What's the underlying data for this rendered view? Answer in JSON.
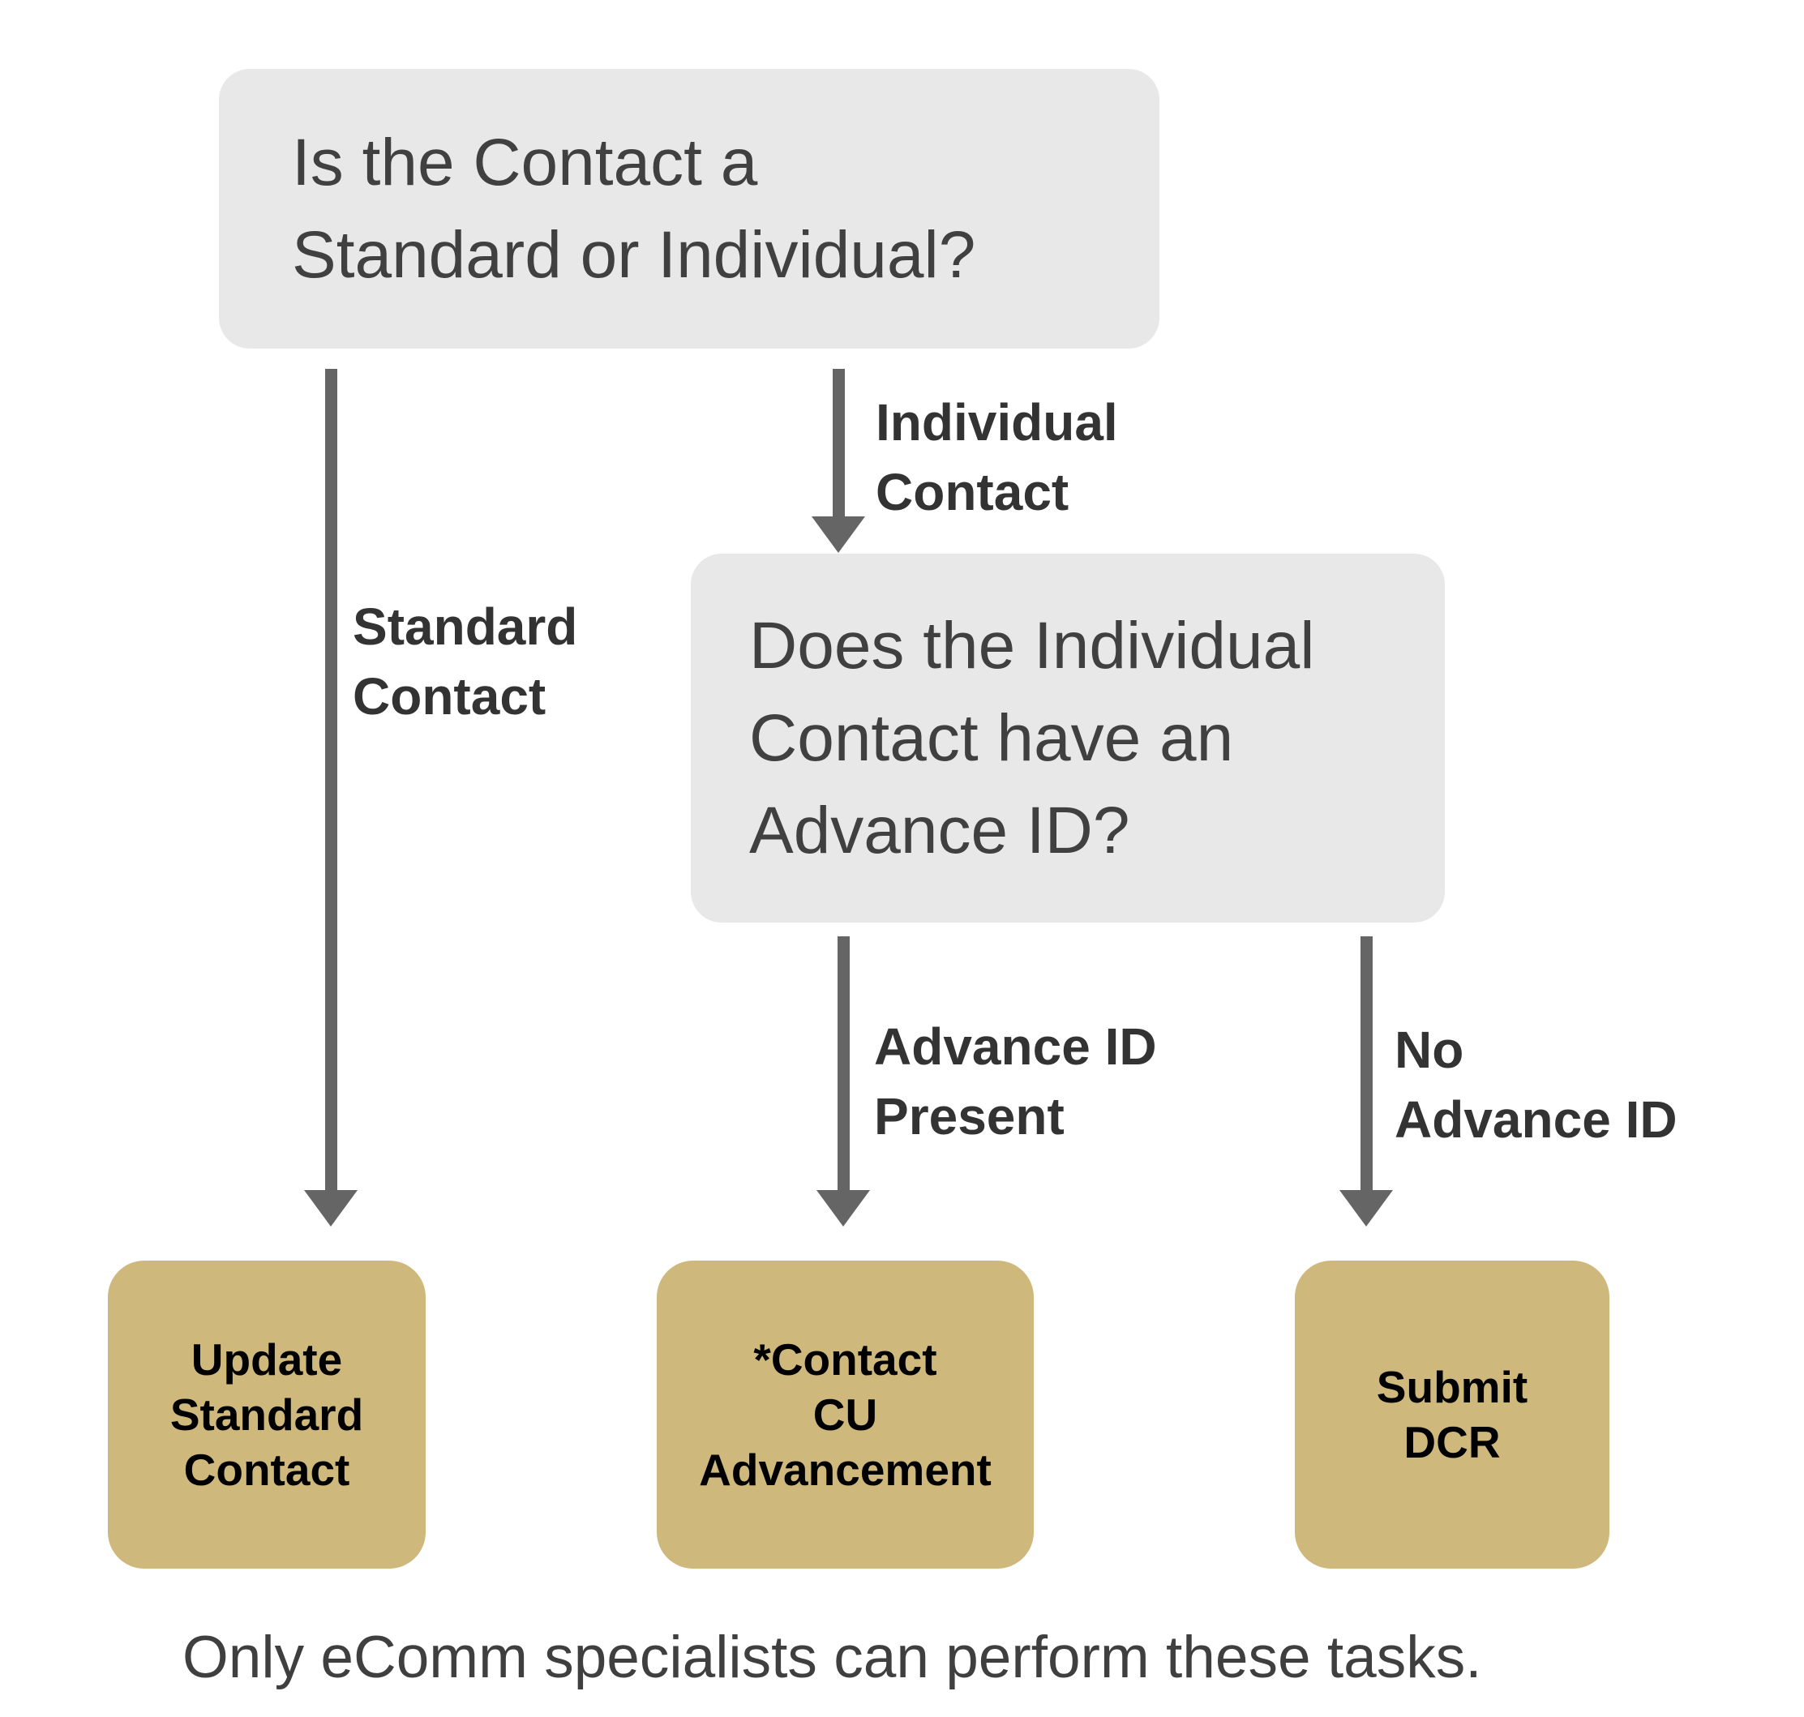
{
  "colors": {
    "question_box_bg": "#e8e8e8",
    "result_box_bg": "#cfb87c",
    "arrow": "#656565",
    "question_text": "#404040",
    "edge_label_text": "#333333",
    "result_text": "#000000",
    "caption_text": "#3f3f3f"
  },
  "nodes": {
    "question_contact_type": "Is the Contact a\nStandard or Individual?",
    "question_advance_id": "Does the Individual\nContact have an\nAdvance ID?",
    "result_update_standard": "Update\nStandard\nContact",
    "result_contact_cu_advancement": "*Contact\nCU\nAdvancement",
    "result_submit_dcr": "Submit\nDCR"
  },
  "edges": {
    "standard_contact": "Standard\nContact",
    "individual_contact": "Individual\nContact",
    "advance_id_present": "Advance ID\nPresent",
    "no_advance_id": "No\nAdvance ID"
  },
  "caption": "Only eComm specialists can perform these tasks."
}
